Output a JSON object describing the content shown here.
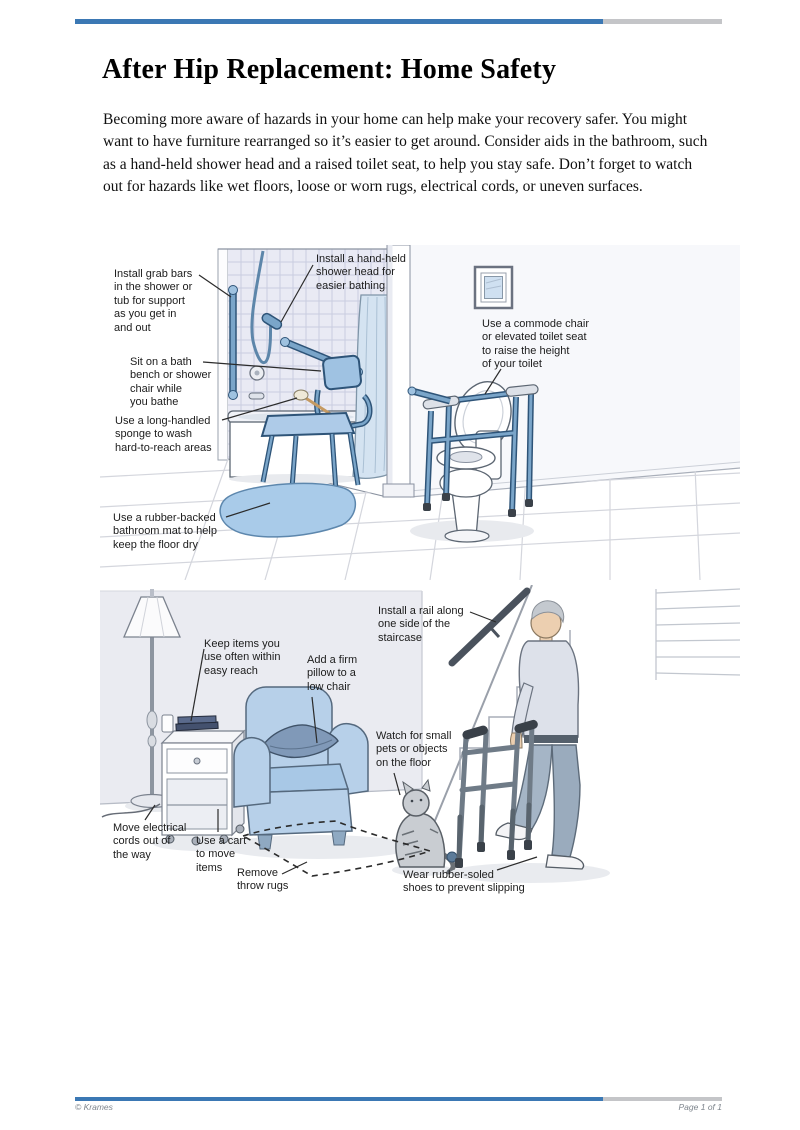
{
  "header": {
    "title": "After Hip Replacement: Home Safety"
  },
  "intro": "Becoming more aware of hazards in your home can help make your recovery safer. You might want to have furniture rearranged so it’s easier to get around. Consider aids in the bathroom, such as a hand-held shower head and a raised toilet seat, to help you stay safe. Don’t forget to watch out for hazards like wet floors, loose or worn rugs, electrical cords, or uneven surfaces.",
  "bathroom": {
    "labels": [
      {
        "id": "grab-bars",
        "text": "Install grab bars\nin the shower or\ntub for support\nas you get in\nand out"
      },
      {
        "id": "shower-head",
        "text": "Install a hand-held\nshower head for\neasier bathing"
      },
      {
        "id": "bath-bench",
        "text": "Sit on a bath\nbench or shower\nchair while\nyou bathe"
      },
      {
        "id": "long-sponge",
        "text": "Use a long-handled\nsponge to wash\nhard-to-reach areas"
      },
      {
        "id": "bath-mat",
        "text": "Use a rubber-backed\nbathroom mat to help\nkeep the floor dry"
      },
      {
        "id": "commode-chair",
        "text": "Use a commode chair\nor elevated toilet seat\nto raise the height\nof your toilet"
      }
    ]
  },
  "living_room": {
    "labels": [
      {
        "id": "keep-items",
        "text": "Keep items you\nuse often within\neasy reach"
      },
      {
        "id": "firm-pillow",
        "text": "Add a firm\npillow to a\nlow chair"
      },
      {
        "id": "stair-rail",
        "text": "Install a rail along\none side of the\nstaircase"
      },
      {
        "id": "small-pets",
        "text": "Watch for small\npets or objects\non the floor"
      },
      {
        "id": "electrical-cords",
        "text": "Move electrical\ncords out of\nthe way"
      },
      {
        "id": "cart",
        "text": "Use a cart\nto move\nitems"
      },
      {
        "id": "throw-rugs",
        "text": "Remove\nthrow rugs"
      },
      {
        "id": "rubber-shoes",
        "text": "Wear rubber-soled\nshoes to prevent slipping"
      }
    ]
  },
  "footer": {
    "copyright": "© Krames",
    "page": "Page 1 of 1"
  },
  "colors": {
    "accent_blue": "#3b78b4",
    "bar_gray": "#c4c5c8",
    "illustration_blue": "#b7d0e9",
    "tube_blue": "#7aa5c9"
  }
}
